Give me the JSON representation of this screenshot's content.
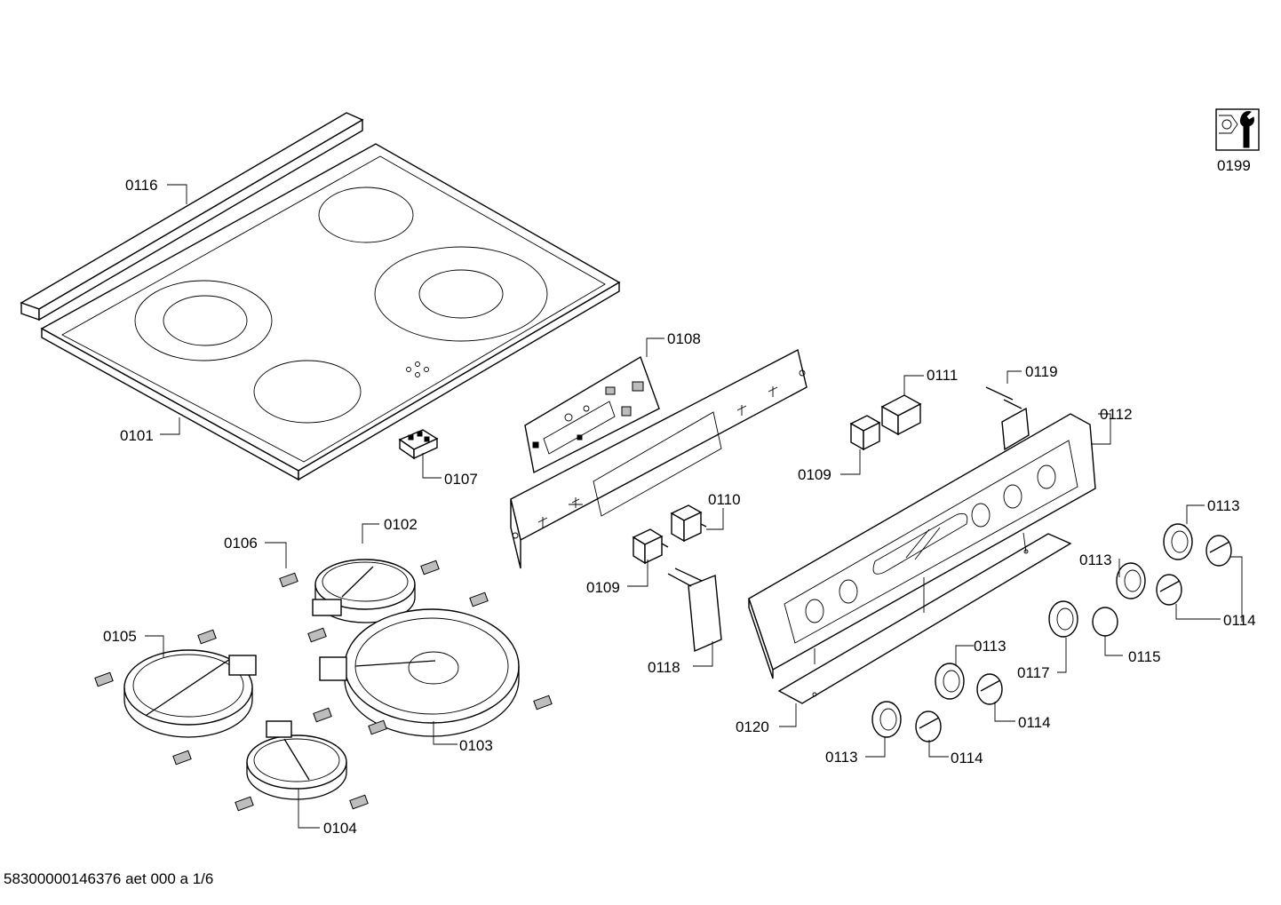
{
  "labels": {
    "l0101": "0101",
    "l0102": "0102",
    "l0103": "0103",
    "l0104": "0104",
    "l0105": "0105",
    "l0106": "0106",
    "l0107": "0107",
    "l0108": "0108",
    "l0109a": "0109",
    "l0109b": "0109",
    "l0110": "0110",
    "l0111": "0111",
    "l0112": "0112",
    "l0113a": "0113",
    "l0113b": "0113",
    "l0113c": "0113",
    "l0113d": "0113",
    "l0114a": "0114",
    "l0114b": "0114",
    "l0114c": "0114",
    "l0115": "0115",
    "l0116": "0116",
    "l0117": "0117",
    "l0118": "0118",
    "l0119": "0119",
    "l0120": "0120",
    "l0199": "0199"
  },
  "footer": {
    "doc_code": "58300000146376 aet 000 a 1/6"
  },
  "icons": {
    "tools": "wrench-nut-icon"
  }
}
